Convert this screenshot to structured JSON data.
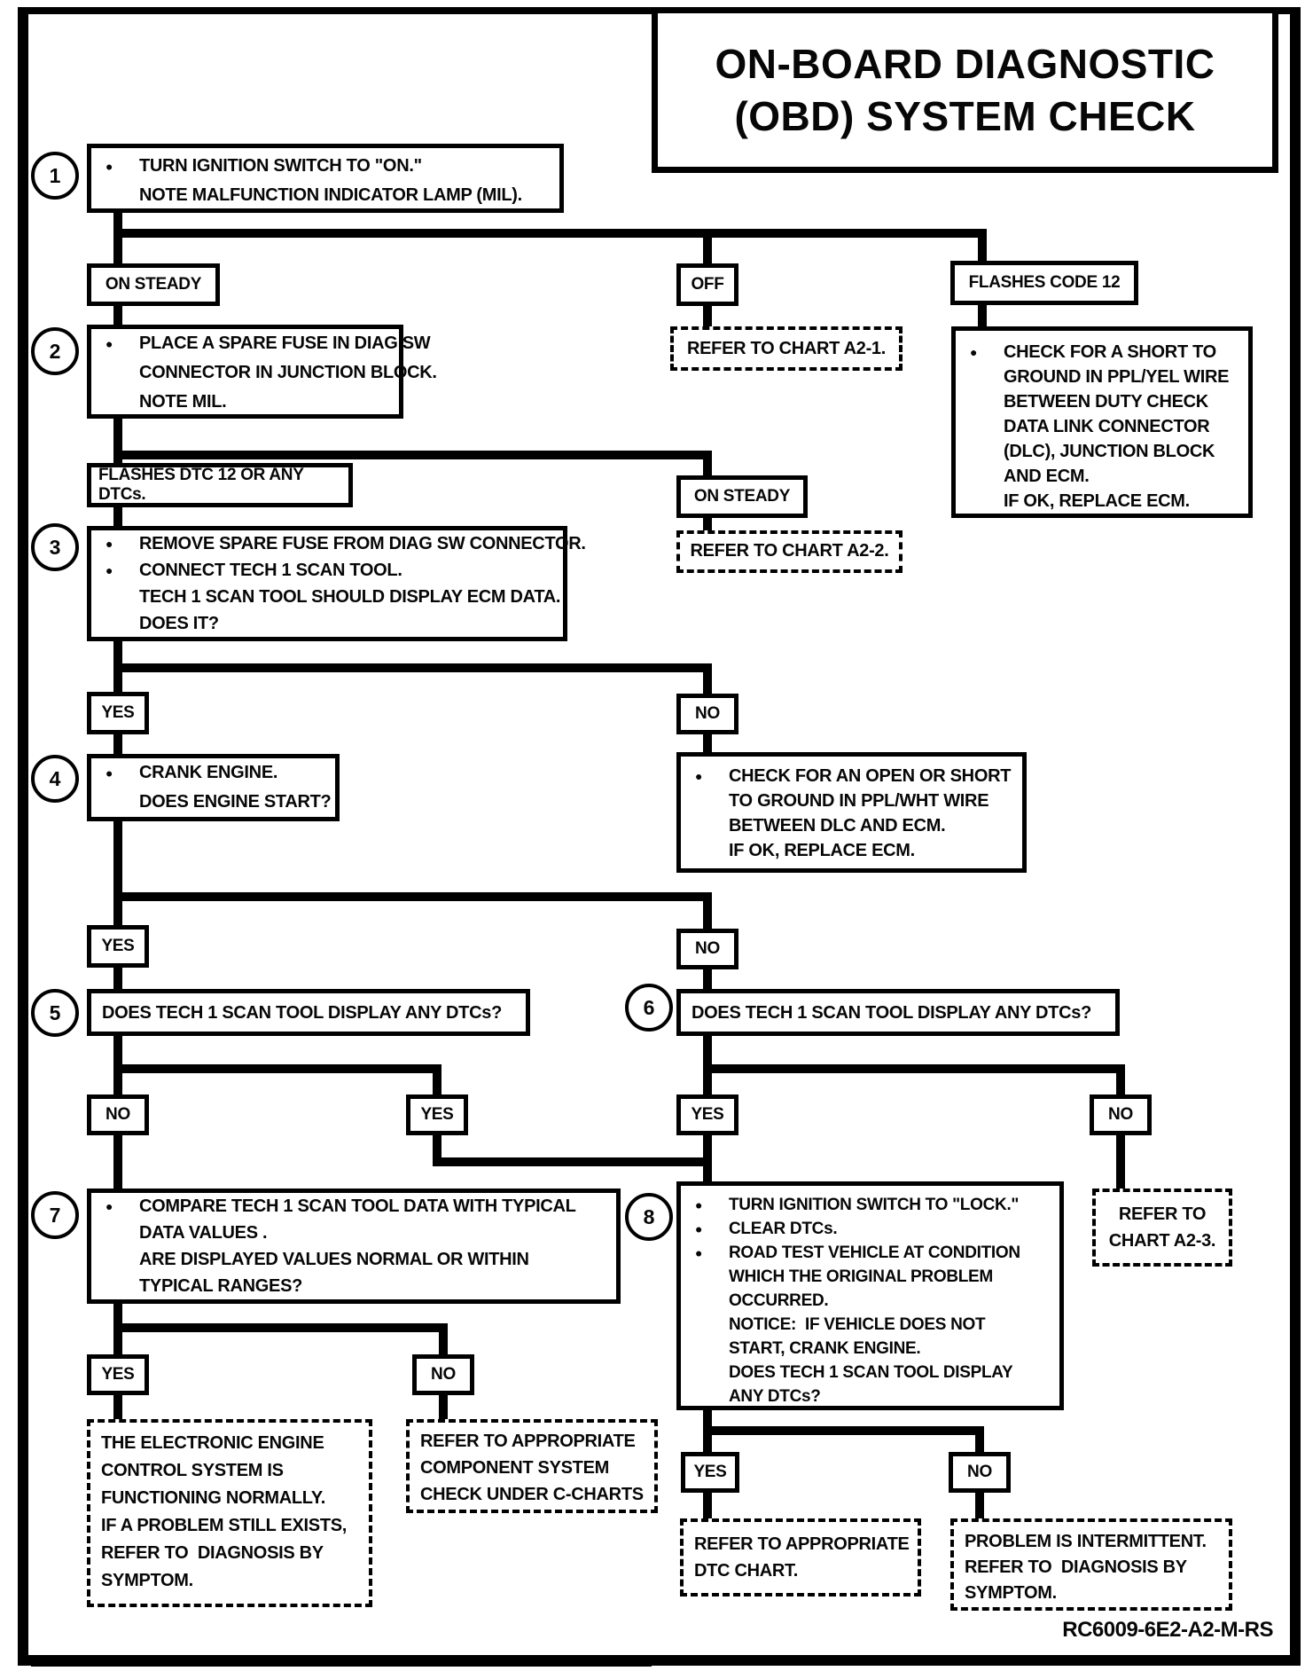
{
  "title": {
    "line1": "ON-BOARD DIAGNOSTIC",
    "line2": "(OBD) SYSTEM CHECK"
  },
  "footer_code": "RC6009-6E2-A2-M-RS",
  "ink_color": "#000000",
  "labels": {
    "on_steady": "ON STEADY",
    "off": "OFF",
    "flashes_code_12": "FLASHES CODE 12",
    "flashes_dtc_12": "FLASHES DTC 12 OR ANY DTCs.",
    "yes": "YES",
    "no": "NO"
  },
  "steps": {
    "s1": "1",
    "s2": "2",
    "s3": "3",
    "s4": "4",
    "s5": "5",
    "s6": "6",
    "s7": "7",
    "s8": "8"
  },
  "boxes": {
    "step1": {
      "lines": [
        {
          "b": true,
          "t": "TURN IGNITION SWITCH TO \"ON.\""
        },
        {
          "b": false,
          "t": "NOTE MALFUNCTION INDICATOR LAMP (MIL)."
        }
      ]
    },
    "step2": {
      "lines": [
        {
          "b": true,
          "t": "PLACE A SPARE FUSE IN DIAG SW"
        },
        {
          "b": false,
          "t": "CONNECTOR IN JUNCTION BLOCK."
        },
        {
          "b": false,
          "t": "NOTE MIL."
        }
      ]
    },
    "step3": {
      "lines": [
        {
          "b": true,
          "t": "REMOVE SPARE FUSE FROM DIAG SW CONNECTOR."
        },
        {
          "b": true,
          "t": "CONNECT TECH 1 SCAN TOOL."
        },
        {
          "b": false,
          "t": "TECH 1 SCAN TOOL SHOULD DISPLAY ECM DATA."
        },
        {
          "b": false,
          "t": "DOES IT?"
        }
      ]
    },
    "step4": {
      "lines": [
        {
          "b": true,
          "t": "CRANK ENGINE."
        },
        {
          "b": false,
          "t": "DOES ENGINE START?"
        }
      ]
    },
    "step5": {
      "lines": [
        {
          "b": false,
          "t": "DOES TECH 1 SCAN TOOL DISPLAY ANY DTCs?"
        }
      ]
    },
    "step6": {
      "lines": [
        {
          "b": false,
          "t": "DOES TECH 1 SCAN TOOL DISPLAY ANY DTCs?"
        }
      ]
    },
    "step7": {
      "lines": [
        {
          "b": true,
          "t": "COMPARE TECH 1 SCAN TOOL DATA WITH TYPICAL"
        },
        {
          "b": false,
          "t": "DATA VALUES ."
        },
        {
          "b": false,
          "t": "ARE DISPLAYED VALUES NORMAL OR WITHIN"
        },
        {
          "b": false,
          "t": "TYPICAL RANGES?"
        }
      ]
    },
    "step8": {
      "lines": [
        {
          "b": true,
          "t": "TURN IGNITION SWITCH TO \"LOCK.\""
        },
        {
          "b": true,
          "t": "CLEAR DTCs."
        },
        {
          "b": true,
          "t": "ROAD TEST VEHICLE AT CONDITION"
        },
        {
          "b": false,
          "t": "WHICH THE ORIGINAL PROBLEM"
        },
        {
          "b": false,
          "t": "OCCURRED."
        },
        {
          "b": false,
          "t": "NOTICE:  IF VEHICLE DOES NOT"
        },
        {
          "b": false,
          "t": "START, CRANK ENGINE."
        },
        {
          "b": false,
          "t": "DOES TECH 1 SCAN TOOL DISPLAY"
        },
        {
          "b": false,
          "t": "ANY DTCs?"
        }
      ]
    },
    "check_short": {
      "lines": [
        {
          "b": true,
          "t": "CHECK FOR A SHORT TO"
        },
        {
          "b": false,
          "t": "GROUND IN PPL/YEL WIRE"
        },
        {
          "b": false,
          "t": "BETWEEN DUTY CHECK"
        },
        {
          "b": false,
          "t": "DATA LINK CONNECTOR"
        },
        {
          "b": false,
          "t": "(DLC), JUNCTION BLOCK"
        },
        {
          "b": false,
          "t": "AND ECM."
        },
        {
          "b": false,
          "t": "IF OK, REPLACE ECM."
        }
      ]
    },
    "check_open": {
      "lines": [
        {
          "b": true,
          "t": "CHECK FOR AN OPEN OR SHORT"
        },
        {
          "b": false,
          "t": "TO GROUND IN PPL/WHT WIRE"
        },
        {
          "b": false,
          "t": "BETWEEN DLC AND ECM."
        },
        {
          "b": false,
          "t": "IF OK, REPLACE ECM."
        }
      ]
    },
    "a2_1": {
      "lines": [
        {
          "b": false,
          "t": "REFER TO CHART A2-1."
        }
      ]
    },
    "a2_2": {
      "lines": [
        {
          "b": false,
          "t": "REFER TO CHART A2-2."
        }
      ]
    },
    "a2_3": {
      "lines": [
        {
          "b": false,
          "t": "REFER TO"
        },
        {
          "b": false,
          "t": "CHART A2-3."
        }
      ]
    },
    "normal": {
      "lines": [
        {
          "b": false,
          "t": "THE ELECTRONIC ENGINE"
        },
        {
          "b": false,
          "t": "CONTROL SYSTEM IS"
        },
        {
          "b": false,
          "t": "FUNCTIONING NORMALLY."
        },
        {
          "b": false,
          "t": "IF A PROBLEM STILL EXISTS,"
        },
        {
          "b": false,
          "t": "REFER TO  DIAGNOSIS BY"
        },
        {
          "b": false,
          "t": "SYMPTOM."
        }
      ]
    },
    "c_charts": {
      "lines": [
        {
          "b": false,
          "t": "REFER TO APPROPRIATE"
        },
        {
          "b": false,
          "t": "COMPONENT SYSTEM"
        },
        {
          "b": false,
          "t": "CHECK UNDER C-CHARTS"
        }
      ]
    },
    "dtc_chart": {
      "lines": [
        {
          "b": false,
          "t": "REFER TO APPROPRIATE"
        },
        {
          "b": false,
          "t": "DTC CHART."
        }
      ]
    },
    "intermittent": {
      "lines": [
        {
          "b": false,
          "t": "PROBLEM IS INTERMITTENT."
        },
        {
          "b": false,
          "t": "REFER TO  DIAGNOSIS BY"
        },
        {
          "b": false,
          "t": "SYMPTOM."
        }
      ]
    }
  }
}
